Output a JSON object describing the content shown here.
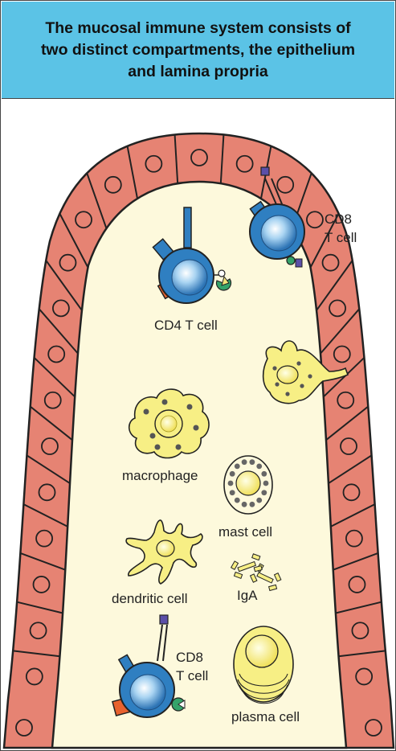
{
  "title": {
    "lines": [
      "The mucosal immune system consists of",
      "two distinct compartments, the epithelium",
      "and lamina propria"
    ]
  },
  "labels": {
    "cd8_top_line1": "CD8",
    "cd8_top_line2": "T cell",
    "cd4": "CD4 T cell",
    "macrophage": "macrophage",
    "mast_cell": "mast cell",
    "dendritic_cell": "dendritic cell",
    "iga": "IgA",
    "cd8_bottom_line1": "CD8",
    "cd8_bottom_line2": "T cell",
    "plasma_cell": "plasma cell"
  },
  "colors": {
    "title_background": "#5bc3e6",
    "epithelial_cell": "#e68373",
    "lamina_propria": "#fdf9dc",
    "t_cell": "#2f7fc1",
    "yellow_cell": "#f7ef85",
    "receptor_orange": "#e8622e",
    "receptor_blue": "#2f7fc1",
    "receptor_green": "#34a36a",
    "receptor_purple": "#5b4fa8"
  }
}
